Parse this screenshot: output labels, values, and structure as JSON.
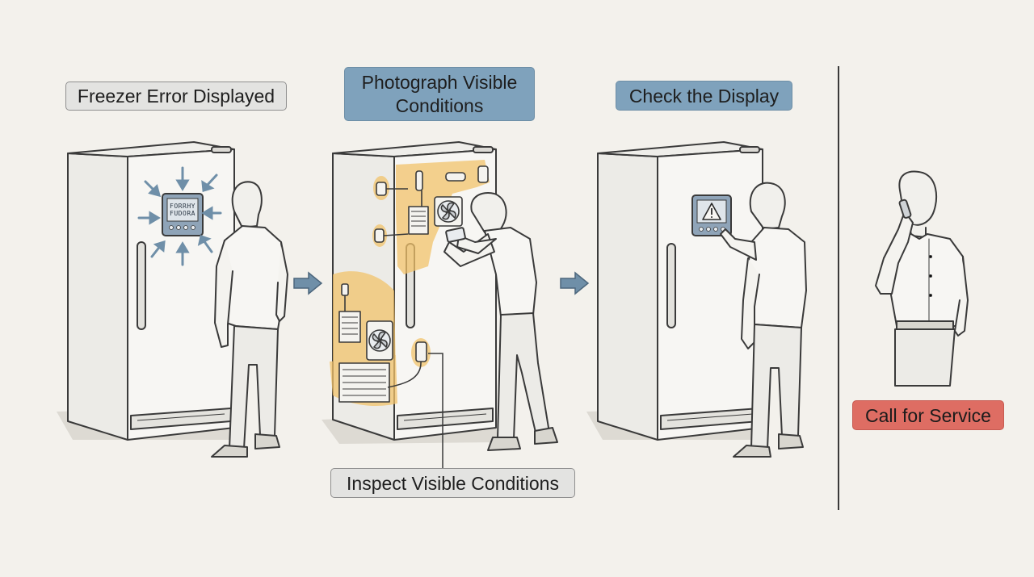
{
  "steps": {
    "step1": {
      "label": "Freezer Error Displayed"
    },
    "step2": {
      "label": "Photograph Visible Conditions"
    },
    "step3": {
      "label": "Check the Display"
    },
    "step4": {
      "label": "Call for Service"
    },
    "inspect": {
      "label": "Inspect Visible Conditions"
    }
  },
  "panel_readout": {
    "line1": "FORRHY",
    "line2": "FUDORA"
  },
  "colors": {
    "background": "#f3f1ec",
    "label_gray": "#e3e3e1",
    "label_blue": "#7fa2bc",
    "label_red": "#de6d63",
    "highlight": "#f2c36b",
    "arrow": "#6f8fa8",
    "display_panel": "#8fa4b8"
  },
  "icons": [
    "arrow-right-icon",
    "warning-icon",
    "fan-icon",
    "phone-icon"
  ]
}
